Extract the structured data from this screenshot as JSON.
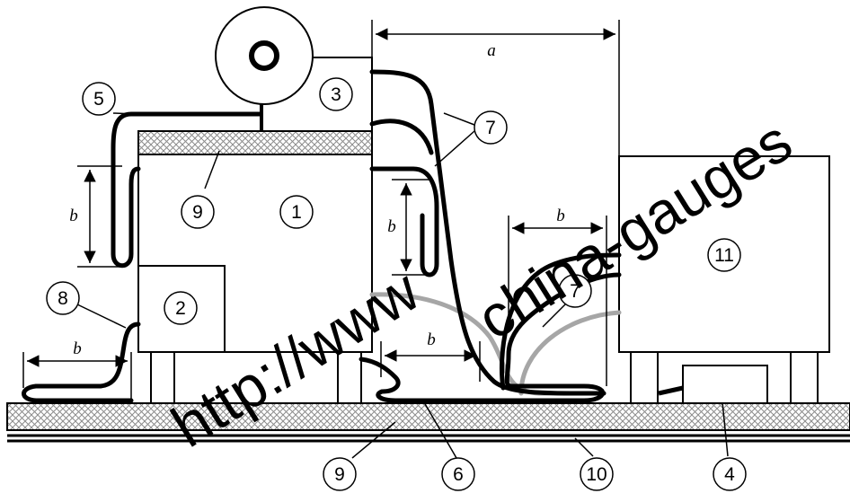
{
  "diagram": {
    "callouts": {
      "c1": "1",
      "c2": "2",
      "c3": "3",
      "c4": "4",
      "c5": "5",
      "c6": "6",
      "c7a": "7",
      "c7b": "7",
      "c8": "8",
      "c9a": "9",
      "c9b": "9",
      "c10": "10",
      "c11": "11"
    },
    "dimensions": {
      "a": "a",
      "b_left_vertical": "b",
      "b_mid_vertical": "b",
      "b_bottom_left": "b",
      "b_bottom_mid": "b",
      "b_top_right": "b"
    }
  },
  "watermark": {
    "line1": "http://www",
    "line2": "china-gauges"
  },
  "colors": {
    "line": "#000000",
    "cable_gray": "#a0a0a0",
    "hatch": "#9a9a9a",
    "background": "#ffffff"
  }
}
